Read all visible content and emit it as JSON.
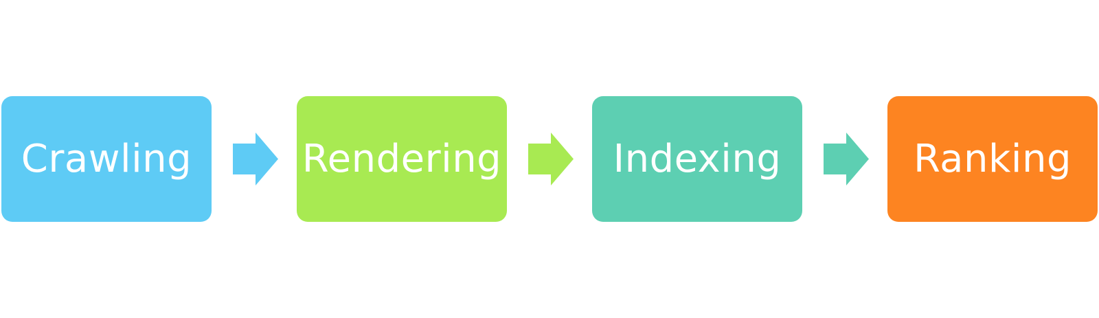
{
  "stages": [
    {
      "label": "Crawling",
      "color": "#5ecbf5"
    },
    {
      "label": "Rendering",
      "color": "#a8ea52"
    },
    {
      "label": "Indexing",
      "color": "#5dcfb2"
    },
    {
      "label": "Ranking",
      "color": "#fd8421"
    }
  ],
  "arrows": [
    {
      "icon": "right-arrow-icon",
      "color": "#5ecbf5"
    },
    {
      "icon": "right-arrow-icon",
      "color": "#a8ea52"
    },
    {
      "icon": "right-arrow-icon",
      "color": "#5dcfb2"
    }
  ]
}
